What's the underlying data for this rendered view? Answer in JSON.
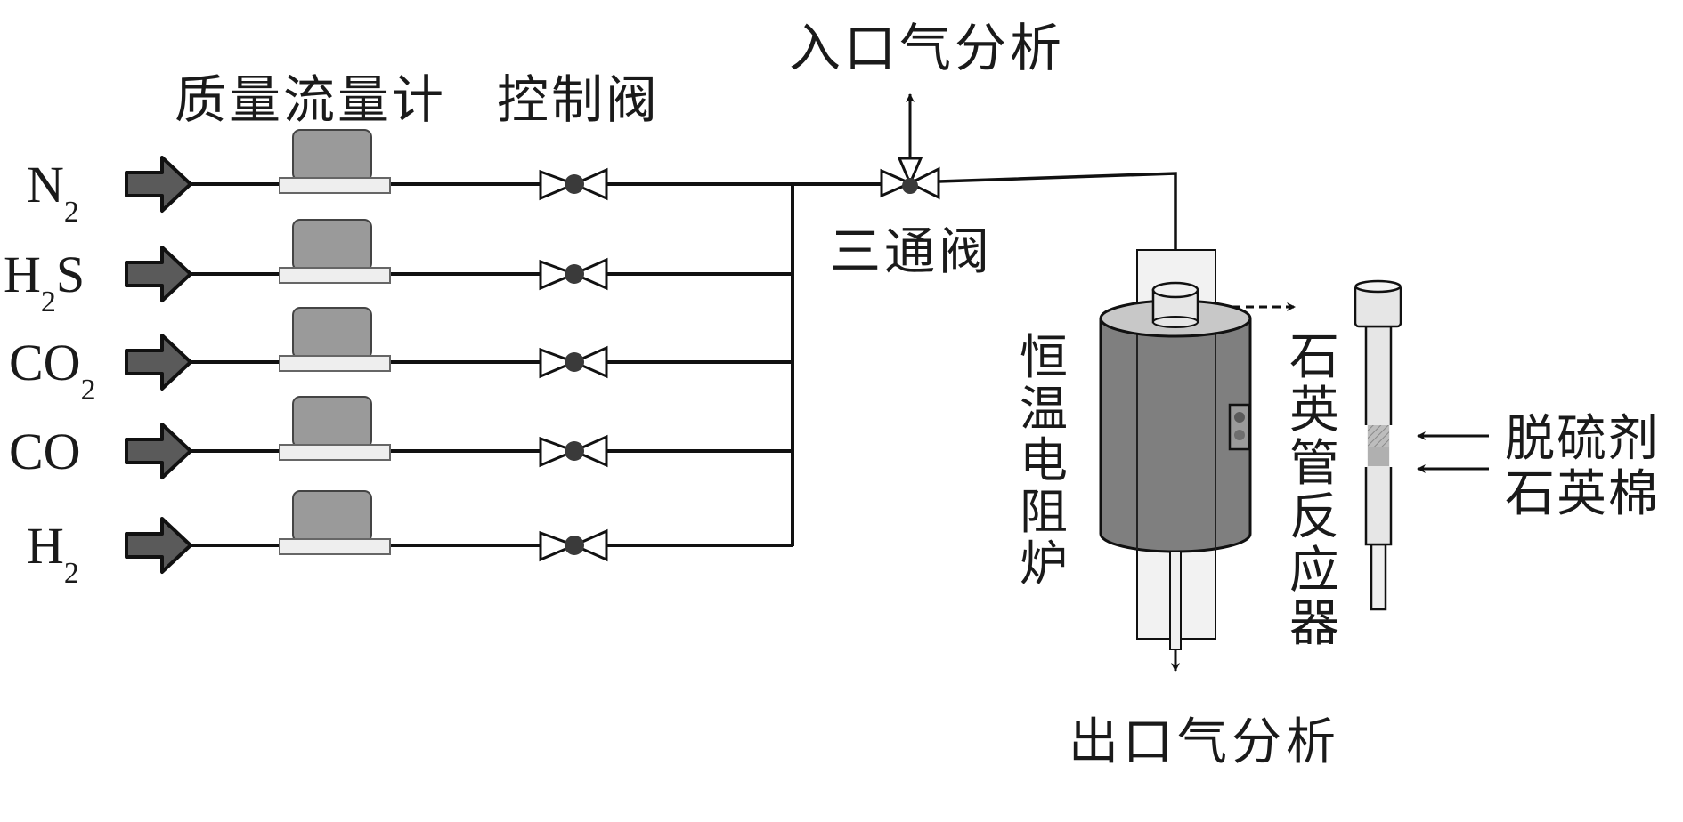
{
  "diagram": {
    "title": "H2S desulfurization fixed-bed test apparatus",
    "labels": {
      "mass_flow_meter": "质量流量计",
      "control_valve": "控制阀",
      "inlet_gas_analysis": "入口气分析",
      "three_way_valve": "三通阀",
      "furnace": "恒温电阻炉",
      "quartz_tube_reactor": "石英管反应器",
      "desulfurizer": "脱硫剂",
      "quartz_wool": "石英棉",
      "outlet_gas_analysis": "出口气分析"
    },
    "gas_lines": [
      {
        "name": "N2",
        "main": "N",
        "sub": "2",
        "tail": ""
      },
      {
        "name": "H2S",
        "main": "H",
        "sub": "2",
        "tail": "S"
      },
      {
        "name": "CO2",
        "main": "CO",
        "sub": "2",
        "tail": ""
      },
      {
        "name": "CO",
        "main": "CO",
        "sub": "",
        "tail": ""
      },
      {
        "name": "H2",
        "main": "H",
        "sub": "2",
        "tail": ""
      }
    ],
    "colors": {
      "line": "#111111",
      "arrow_fill": "#5a5a5a",
      "meter_body": "#9a9a9a",
      "meter_base": "#eeeeee",
      "furnace_body": "#7f7f7f",
      "furnace_top": "#c8c8c8",
      "tube_fill": "#e6e6e6",
      "sorbent": "#b0b0b0"
    }
  }
}
